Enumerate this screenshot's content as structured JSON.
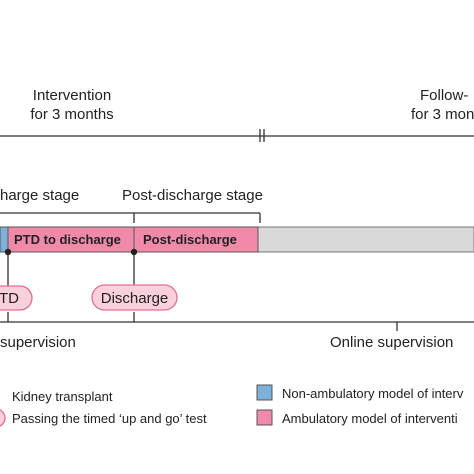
{
  "phases": {
    "intervention": {
      "line1": "Intervention",
      "line2": "for 3 months"
    },
    "followup": {
      "line1": "Follow-",
      "line2": "for 3 mon"
    }
  },
  "stages": {
    "discharge_stage": "harge stage",
    "post_discharge_stage": "Post-discharge stage"
  },
  "bar": {
    "ptd_to_discharge": "PTD to discharge",
    "post_discharge": "Post-discharge"
  },
  "markers": {
    "ptd": "TD",
    "discharge": "Discharge"
  },
  "supervision": {
    "left": "supervision",
    "online": "Online supervision"
  },
  "legend": {
    "kidney_transplant": "Kidney transplant",
    "timed_up_and_go": "Passing the timed ‘up and go’ test",
    "non_ambulatory": "Non-ambulatory model of interv",
    "ambulatory": "Ambulatory model of interventi"
  },
  "colors": {
    "blue": "#7fb0d8",
    "pink": "#f08aa8",
    "pink_fill": "#f9d0dc",
    "grey_bar": "#d9d9d9",
    "line": "#333333"
  }
}
